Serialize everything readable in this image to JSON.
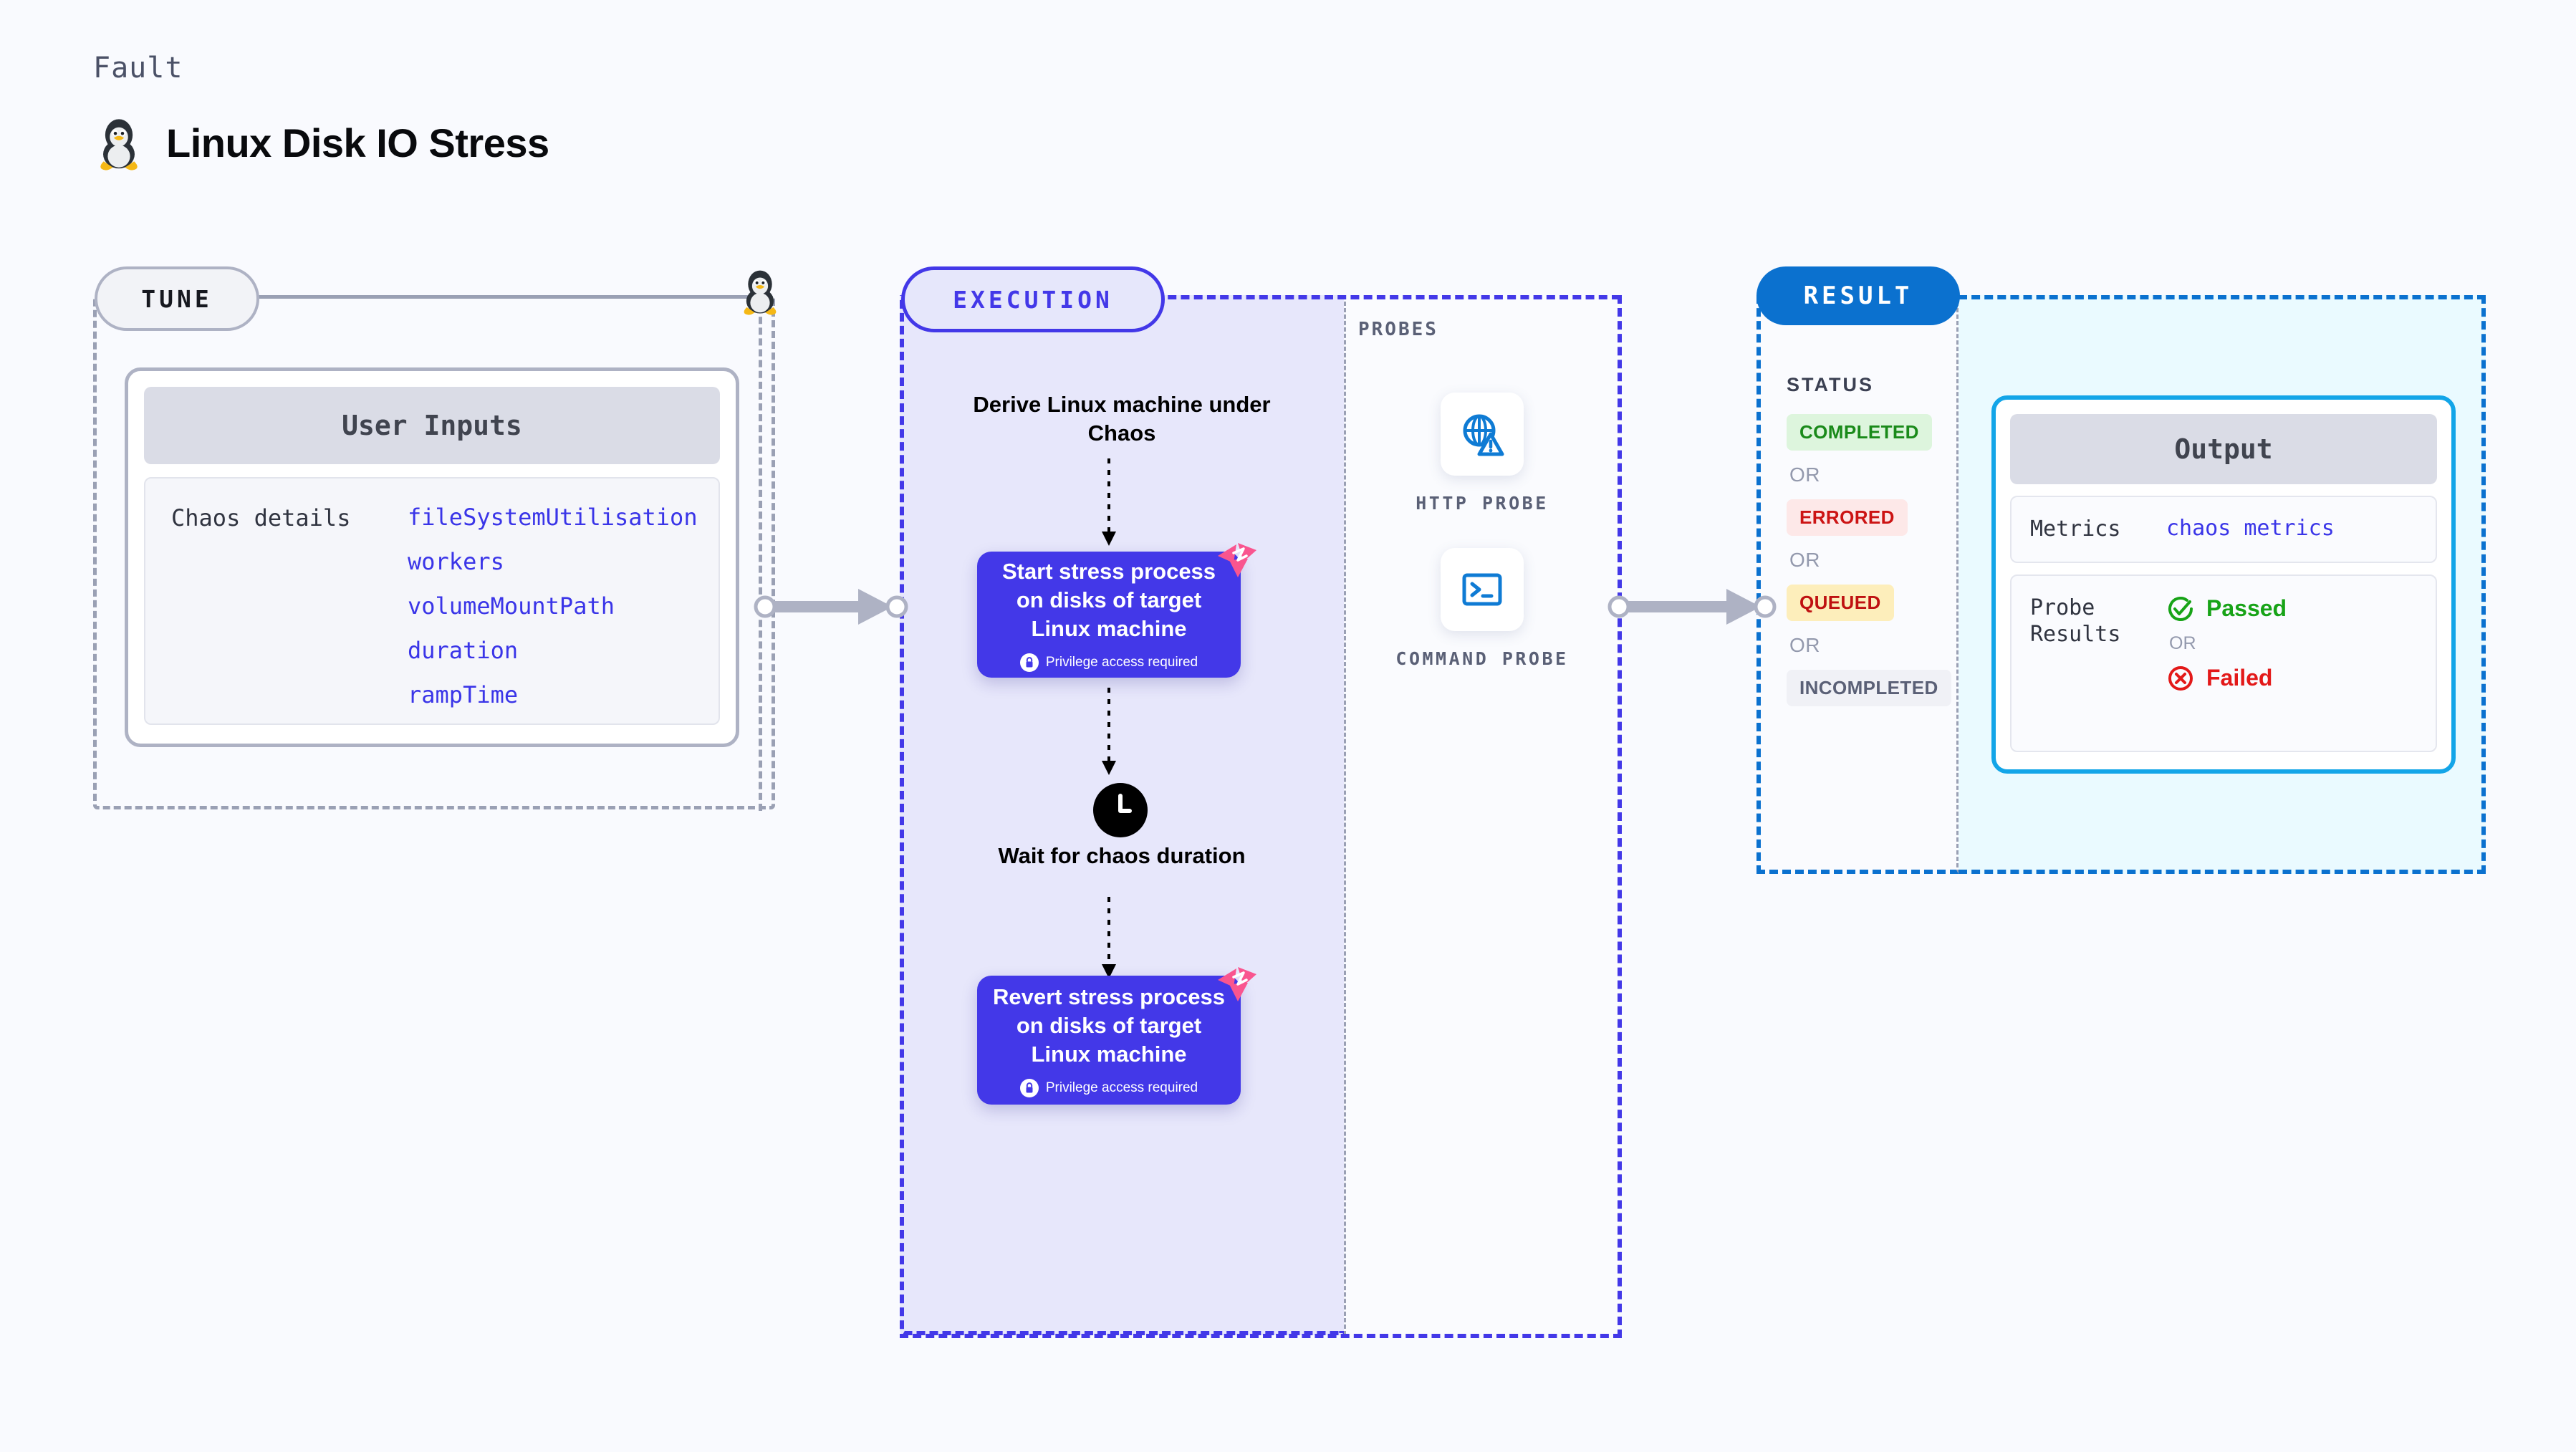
{
  "header": {
    "kicker": "Fault",
    "title": "Linux Disk IO Stress",
    "icon": "tux-penguin-icon"
  },
  "tune": {
    "badge": "TUNE",
    "node_icon": "tux-penguin-icon",
    "card": {
      "header": "User Inputs",
      "key_label": "Chaos details",
      "params": [
        "fileSystemUtilisation",
        "workers",
        "volumeMountPath",
        "duration",
        "rampTime"
      ]
    }
  },
  "execution": {
    "badge": "EXECUTION",
    "steps": {
      "derive": "Derive Linux machine under Chaos",
      "start": {
        "title": "Start stress process on disks of target Linux machine",
        "privilege": "Privilege access required",
        "privilege_icon": "lock-icon",
        "corner_icon": "litmus-logo-icon"
      },
      "wait": {
        "label": "Wait for chaos duration",
        "icon": "clock-icon"
      },
      "revert": {
        "title": "Revert stress process on disks of target Linux machine",
        "privilege": "Privilege access required",
        "privilege_icon": "lock-icon",
        "corner_icon": "litmus-logo-icon"
      }
    }
  },
  "probes": {
    "label": "PROBES",
    "items": [
      {
        "label": "HTTP PROBE",
        "icon": "globe-warning-icon"
      },
      {
        "label": "COMMAND PROBE",
        "icon": "terminal-icon"
      }
    ]
  },
  "result": {
    "badge": "RESULT",
    "status_label": "STATUS",
    "or_text": "OR",
    "statuses": [
      {
        "text": "COMPLETED",
        "bg": "#ddf5dd",
        "fg": "#1a8a1a"
      },
      {
        "text": "ERRORED",
        "bg": "#fde8e8",
        "fg": "#cc1414"
      },
      {
        "text": "QUEUED",
        "bg": "#fdeebb",
        "fg": "#bf1111"
      },
      {
        "text": "INCOMPLETED",
        "bg": "#f0f1f6",
        "fg": "#5a6076"
      }
    ],
    "output": {
      "header": "Output",
      "metrics_key": "Metrics",
      "metrics_value": "chaos metrics",
      "probe_results_key": "Probe Results",
      "passed": "Passed",
      "failed": "Failed",
      "or_text": "OR",
      "passed_icon": "check-circle-icon",
      "failed_icon": "x-circle-icon",
      "passed_color": "#17a317",
      "failed_color": "#e31919"
    }
  },
  "colors": {
    "background": "#f9fafe",
    "indigo": "#4338e8",
    "blue": "#0b71cf",
    "cyan": "#13a5e8",
    "pink": "#f9558f",
    "gray_dash": "#9aa0b4"
  }
}
